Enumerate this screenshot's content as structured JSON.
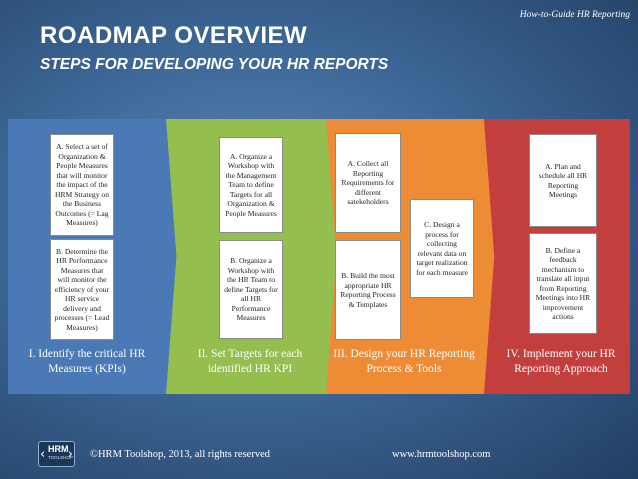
{
  "header": {
    "title": "ROADMAP OVERVIEW",
    "subtitle": "STEPS FOR DEVELOPING YOUR HR REPORTS",
    "tagline": "How-to-Guide HR Reporting"
  },
  "colors": {
    "phase1": "#4a79b5",
    "phase2": "#94be4d",
    "phase3": "#ee8b35",
    "phase4": "#c33f3e",
    "background": "#3d6797"
  },
  "phases": [
    {
      "label": "I. Identify the critical HR Measures (KPIs)",
      "steps": [
        "A. Select a set of Organization & People Measures that will monitor the impact of the HRM Strategy on the Business Outcomes (= Lag Measures)",
        "B. Determine the HR Performance Measures that will monitor the efficiency of your HR service delivery and processes (= Lead Measures)"
      ]
    },
    {
      "label": "II. Set Targets for each identified HR KPI",
      "steps": [
        "A. Organize a Workshop with the Management Team to define Targets for all Organization & People Measures",
        "B. Organize a Workshop with the HR Team to define Targets for all HR Performance Measures"
      ]
    },
    {
      "label": "III. Design your HR Reporting Process & Tools",
      "steps": [
        "A. Collect all Reporting Requirements for different satekeholders",
        "B. Build the most appropriate HR Reporting Process & Templates",
        "C. Design a process for collecting relevant data on target realization for each measure"
      ]
    },
    {
      "label": "IV. Implement your HR Reporting Approach",
      "steps": [
        "A. Plan and schedule all HR Reporting Meetings",
        "B. Define a feedback mechanism to translate all input from Reporting Meetings into HR improvement actions"
      ]
    }
  ],
  "footer": {
    "logo_text": "HRM",
    "logo_subtext": "TOOLSHOP",
    "copyright": "©HRM Toolshop, 2013, all rights reserved",
    "website": "www.hrmtoolshop.com"
  }
}
